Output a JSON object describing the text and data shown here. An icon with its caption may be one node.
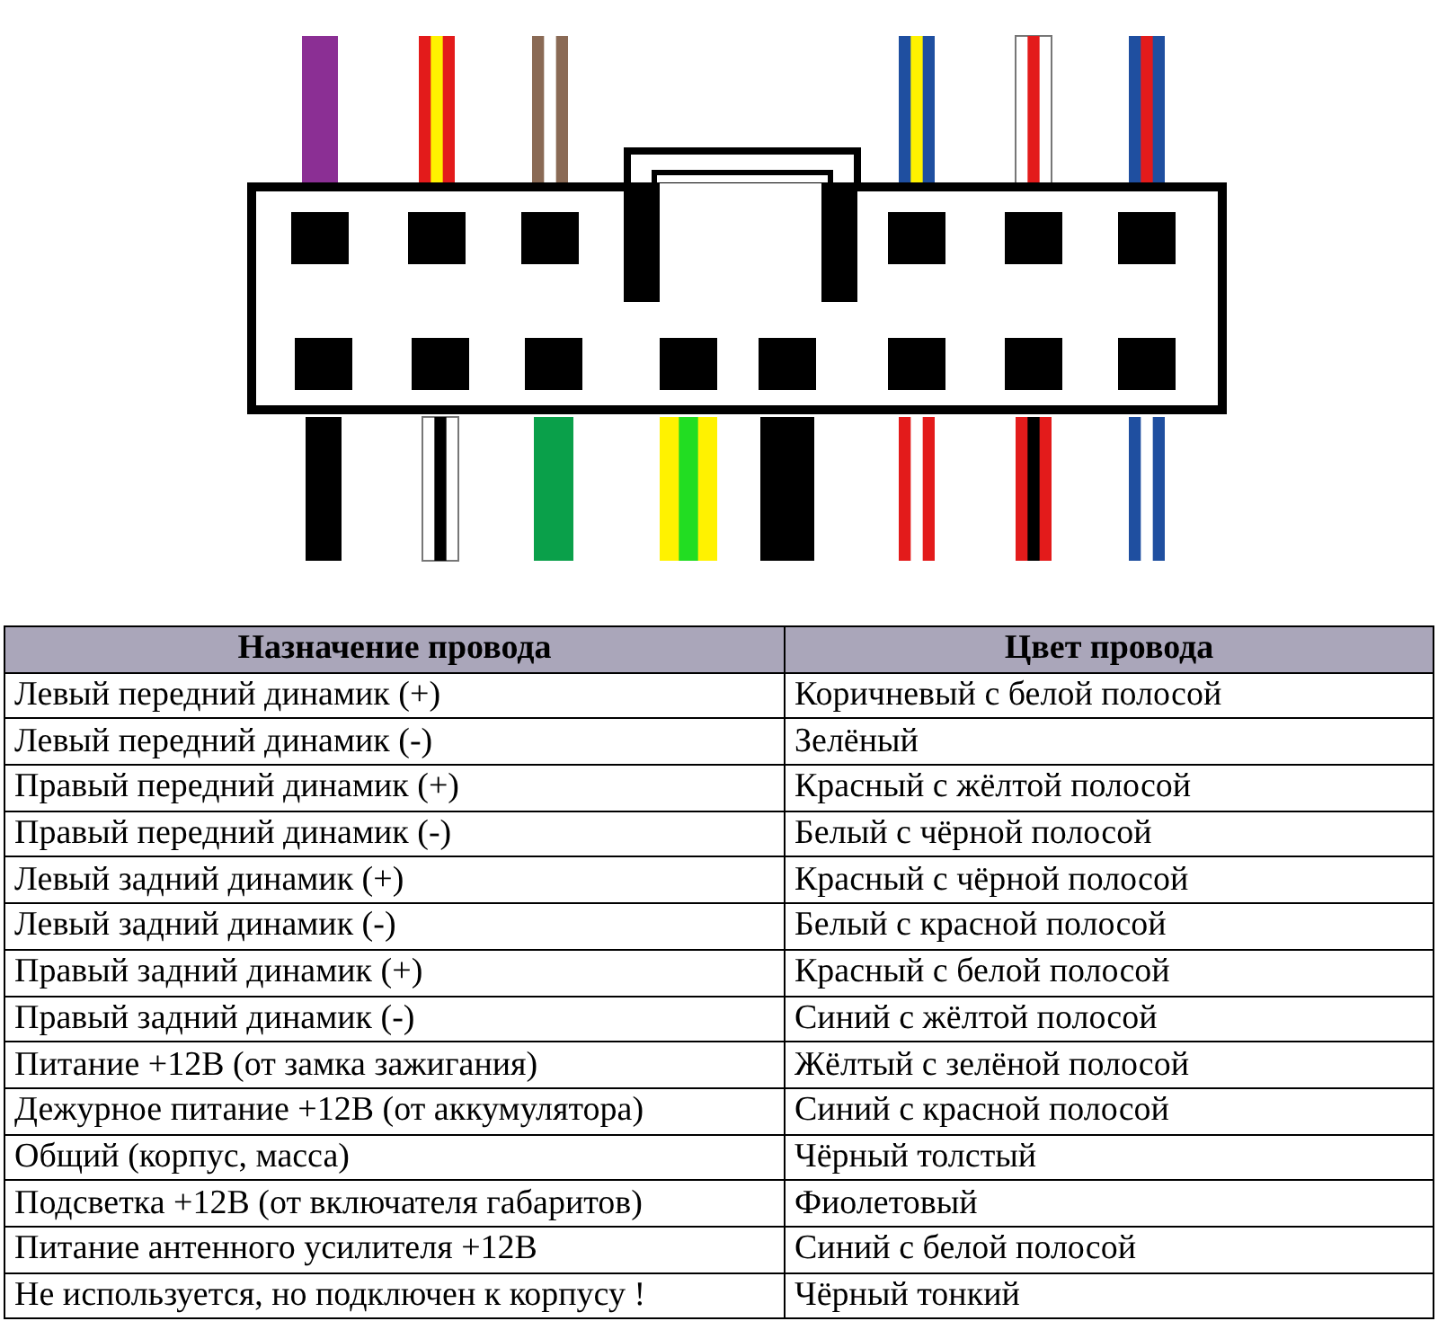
{
  "diagram": {
    "labels": [
      "Назначение провода",
      "Цвет провода",
      "Левый передний динамик (+)",
      "Коричневый с белой полосой",
      "Левый передний динамик (-)",
      "Зелёный",
      "Правый передний динамик (+)",
      "Красный с жёлтой полосой",
      "Правый передний динамик (-)",
      "Белый с чёрной полосой",
      "Левый задний динамик (+)",
      "Красный с чёрной полосой",
      "Левый задний динамик (-)",
      "Белый с красной полосой",
      "Правый задний динамик (+)",
      "Красный с белой полосой",
      "Правый задний динамик (-)",
      "Синий с жёлтой полосой",
      "Питание +12В (от замка зажигания)",
      "Жёлтый с зелёной полосой",
      "Дежурное питание +12В (от аккумулятора)",
      "Синий с красной полосой",
      "Общий (корпус, масса)",
      "Чёрный толстый",
      "Подсветка +12В (от включателя габаритов)",
      "Фиолетовый",
      "Питание антенного усилителя +12В",
      "Синий с белой полосой",
      "Не используется, но подключен к корпусу !",
      "Чёрный тонкий"
    ]
  }
}
